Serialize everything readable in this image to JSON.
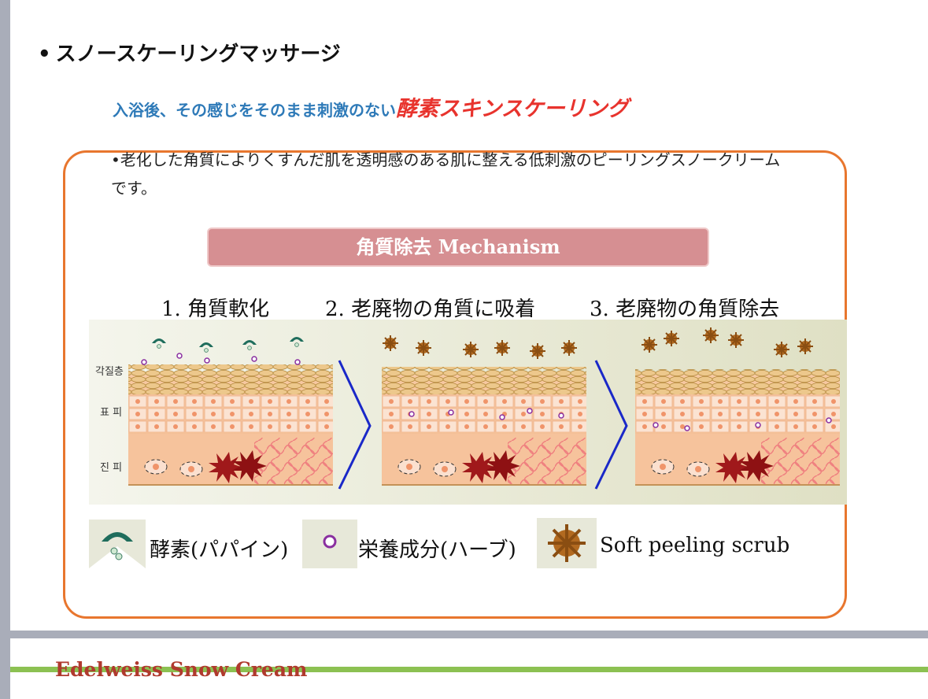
{
  "page": {
    "bullet_title": "スノースケーリングマッサージ",
    "intro_blue": "入浴後、その感じをそのまま刺激のない",
    "intro_red": "酵素スキンスケーリング",
    "description": "•老化した角質によりくすんだ肌を透明感のある肌に整える低刺激のピーリングスノークリームです。",
    "mechanism_title": "角質除去 Mechanism",
    "footer": "Edelweiss Snow Cream"
  },
  "steps": [
    {
      "label": "1. 角質軟化"
    },
    {
      "label": "2. 老廃物の角質に吸着"
    },
    {
      "label": "3. 老廃物の角質除去"
    }
  ],
  "skin_layers": {
    "stratum_corneum": "각질층",
    "epidermis": "표 피",
    "dermis": "진 피"
  },
  "legend": [
    {
      "icon": "enzyme-icon",
      "label": "酵素(パパイン)"
    },
    {
      "icon": "nutrient-icon",
      "label": "栄養成分(ハーブ)"
    },
    {
      "icon": "scrub-icon",
      "label": "Soft peeling scrub"
    }
  ],
  "colors": {
    "panel_border": "#e8762e",
    "mechanism_bg": "#d68f92",
    "intro_blue": "#2e7ab8",
    "intro_red": "#e8332d",
    "footer_text": "#b03a2e",
    "footer_line": "#8cc152",
    "frame_gray": "#a9adb9"
  }
}
